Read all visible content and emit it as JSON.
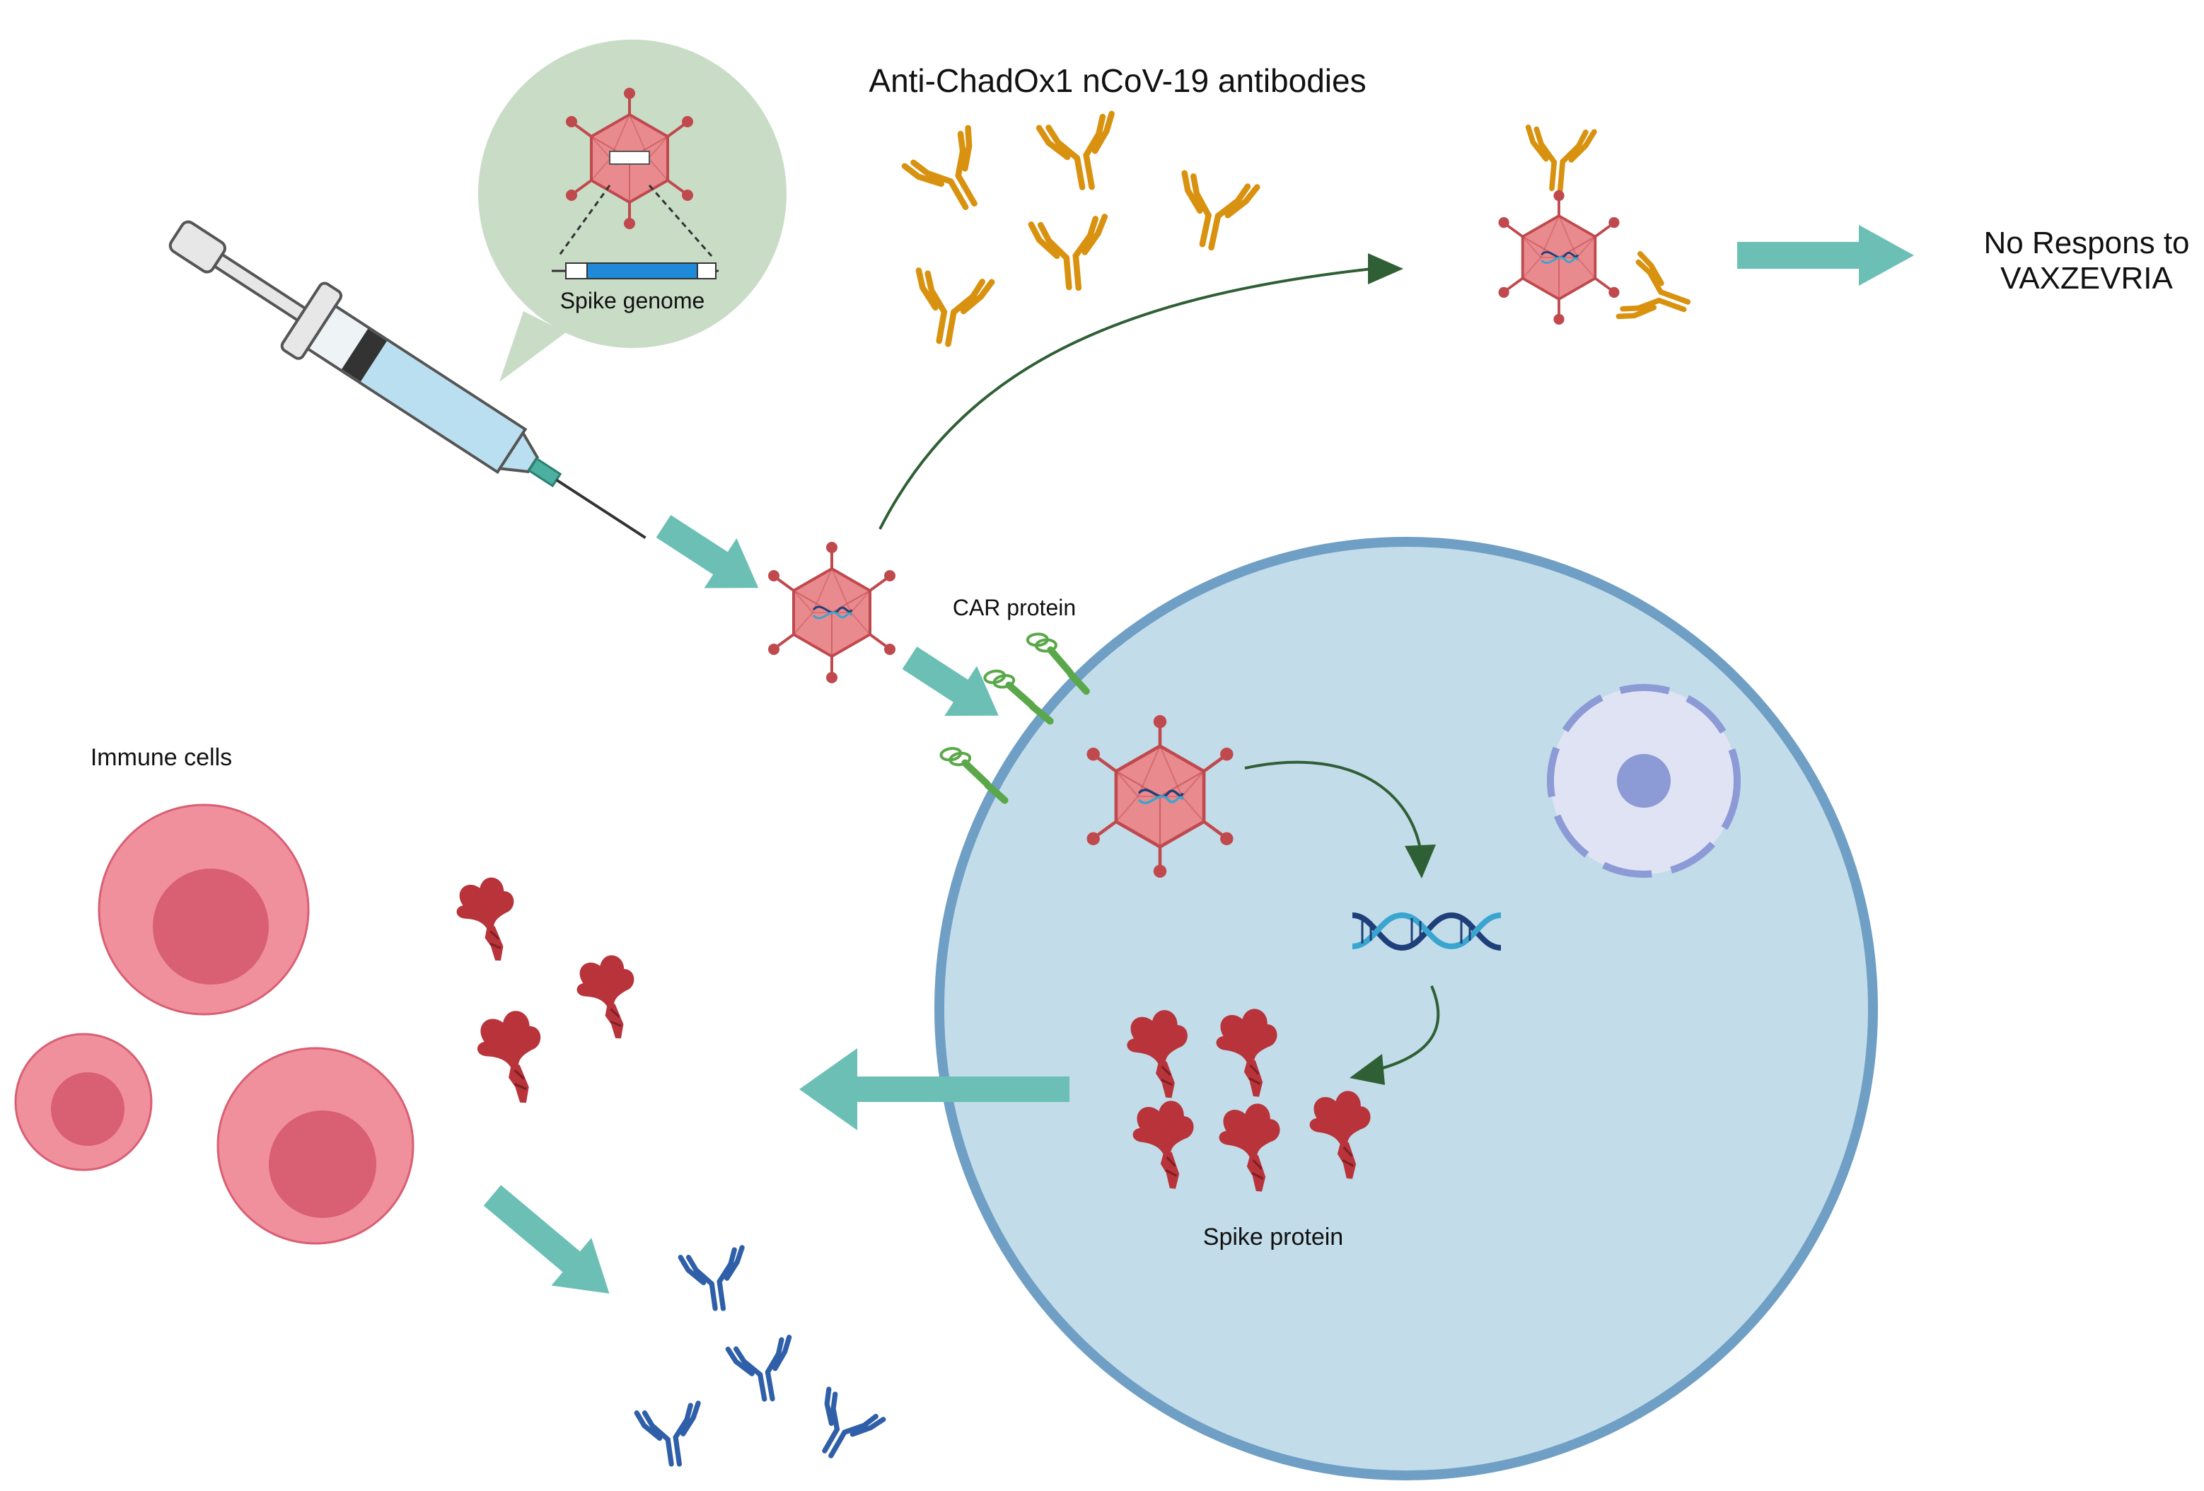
{
  "labels": {
    "antibodies_title": "Anti-ChadOx1 nCoV-19 antibodies",
    "no_response_line1": "No Respons to",
    "no_response_line2": "VAXZEVRIA",
    "spike_genome": "Spike genome",
    "car_protein": "CAR protein",
    "immune_cells": "Immune cells",
    "spike_protein": "Spike protein"
  },
  "colors": {
    "teal_arrow": "#6bbfb5",
    "dark_green_arrow": "#2f5f35",
    "cell_fill": "#c2dce9",
    "cell_border": "#6f9fc5",
    "bubble_fill": "#c8dcc6",
    "virus_fill": "#e88a8e",
    "virus_stroke": "#c0494d",
    "orange_antibody": "#d9920f",
    "blue_antibody": "#2f5fa8",
    "spike_protein": "#b8333a",
    "immune_cell_outer": "#f0909c",
    "immune_cell_inner": "#d95f73",
    "dna_dark": "#1f3f7a",
    "dna_light": "#3aa5cf",
    "car_green": "#5aa84a"
  },
  "icons": [
    "syringe-icon",
    "virus-icon",
    "antibody-icon",
    "spike-protein-icon",
    "dna-icon",
    "car-receptor-icon",
    "nucleus-icon",
    "immune-cell-icon"
  ]
}
